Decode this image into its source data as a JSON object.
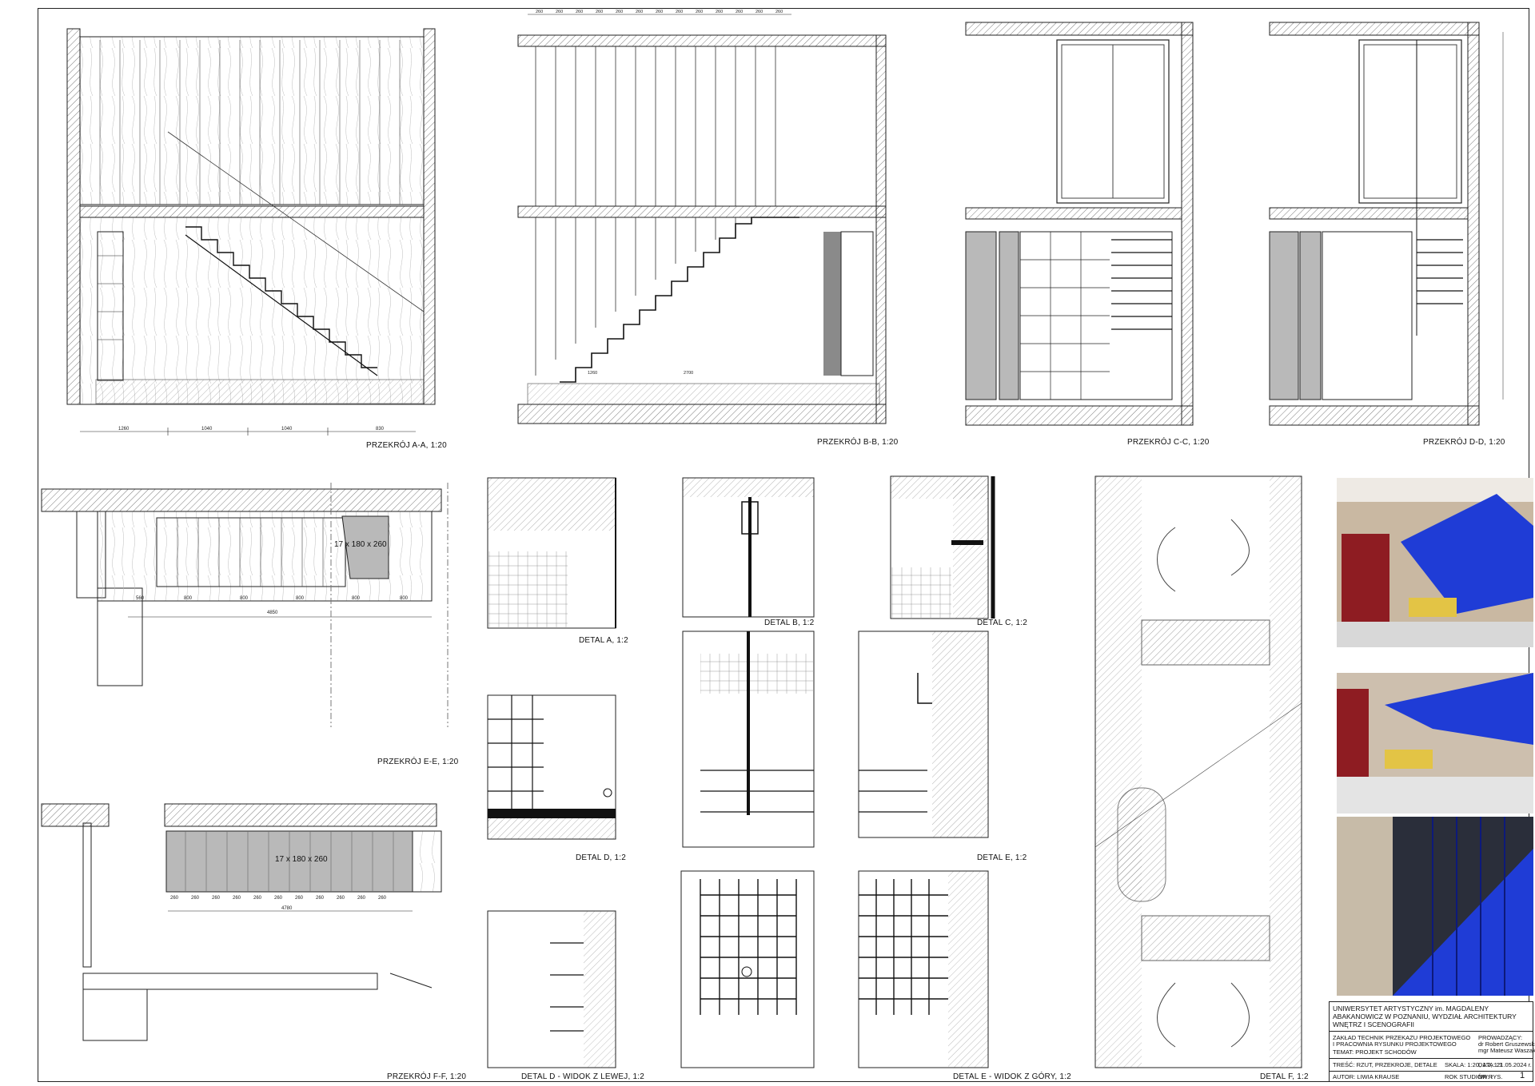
{
  "captions": {
    "aa": "PRZEKRÓJ A-A, 1:20",
    "bb": "PRZEKRÓJ B-B, 1:20",
    "cc": "PRZEKRÓJ C-C, 1:20",
    "dd": "PRZEKRÓJ D-D, 1:20",
    "ee": "PRZEKRÓJ E-E, 1:20",
    "ff": "PRZEKRÓJ F-F, 1:20",
    "detal_a": "DETAL A, 1:2",
    "detal_b": "DETAL B, 1:2",
    "detal_c": "DETAL C, 1:2",
    "detal_d": "DETAL D, 1:2",
    "detal_e": "DETAL E, 1:2",
    "detal_f": "DETAL F, 1:2",
    "detal_d_lewa": "DETAL D - WIDOK Z LEWEJ, 1:2",
    "detal_e_gora": "DETAL E - WIDOK Z GÓRY, 1:2"
  },
  "plan_labels": {
    "stairs_ee": "17 x 180 x 260",
    "stairs_ff": "17 x 180 x 260",
    "dim_ee_total": "4850",
    "dim_ff_total": "4780"
  },
  "title_block": {
    "university": "UNIWERSYTET ARTYSTYCZNY im. MAGDALENY ABAKANOWICZ W POZNANIU, WYDZIAŁ ARCHITEKTURY WNĘTRZ I SCENOGRAFII",
    "department_1": "ZAKŁAD TECHNIK PRZEKAZU PROJEKTOWEGO",
    "department_2": "I PRACOWNIA RYSUNKU PROJEKTOWEGO",
    "topic": "TEMAT: PROJEKT SCHODÓW",
    "lead_label": "PROWADZĄCY:",
    "lead_1": "dr Robert Gruszewski, ad",
    "lead_2": "mgr Mateusz Waszak, as",
    "content": "TREŚĆ: RZUT, PRZEKROJE, DETALE",
    "scale": "SKALA: 1:20, 1:2, 1:1",
    "author": "AUTOR: LIWIA KRAUSE",
    "year": "ROK STUDIÓW: I",
    "date": "DATA: 21.05.2024 r.",
    "sheet_label": "NR RYS.",
    "sheet_no": "1"
  },
  "colors": {
    "line": "#222222",
    "fill_grey": "#b9b9b9",
    "render_blue": "#1f3cd6",
    "render_red": "#8e1c22",
    "render_yellow": "#e3c445",
    "wall_wood": "#c9b8a2"
  }
}
